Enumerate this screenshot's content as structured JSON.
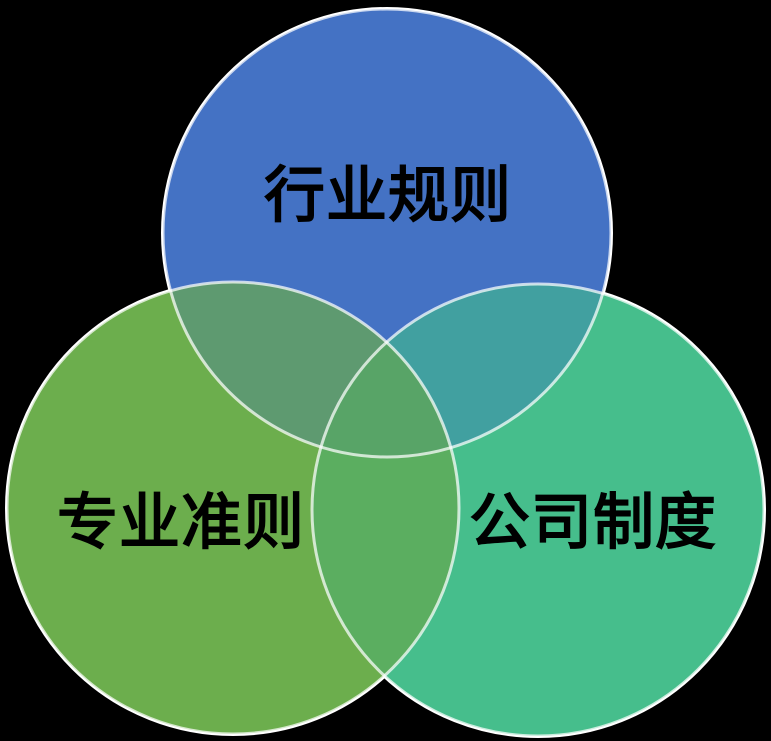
{
  "diagram": {
    "type": "venn",
    "background_color": "#000000",
    "border_color_solid": "#FFFFFF",
    "border_color_overlay": "rgba(255,255,255,0.72)",
    "label_color": "#000000",
    "circles": [
      {
        "name": "industry-rules",
        "label": "行业规则",
        "color": "#4472C4"
      },
      {
        "name": "professional-standards",
        "label": "专业准则",
        "color": "#6CAE4D"
      },
      {
        "name": "company-system",
        "label": "公司制度",
        "color": "#46BE8C"
      }
    ],
    "overlap_colors": {
      "top_left": "#5E9A70",
      "top_right": "#41A0A0",
      "left_right": "#5BAE60",
      "center": "#58A467"
    }
  }
}
